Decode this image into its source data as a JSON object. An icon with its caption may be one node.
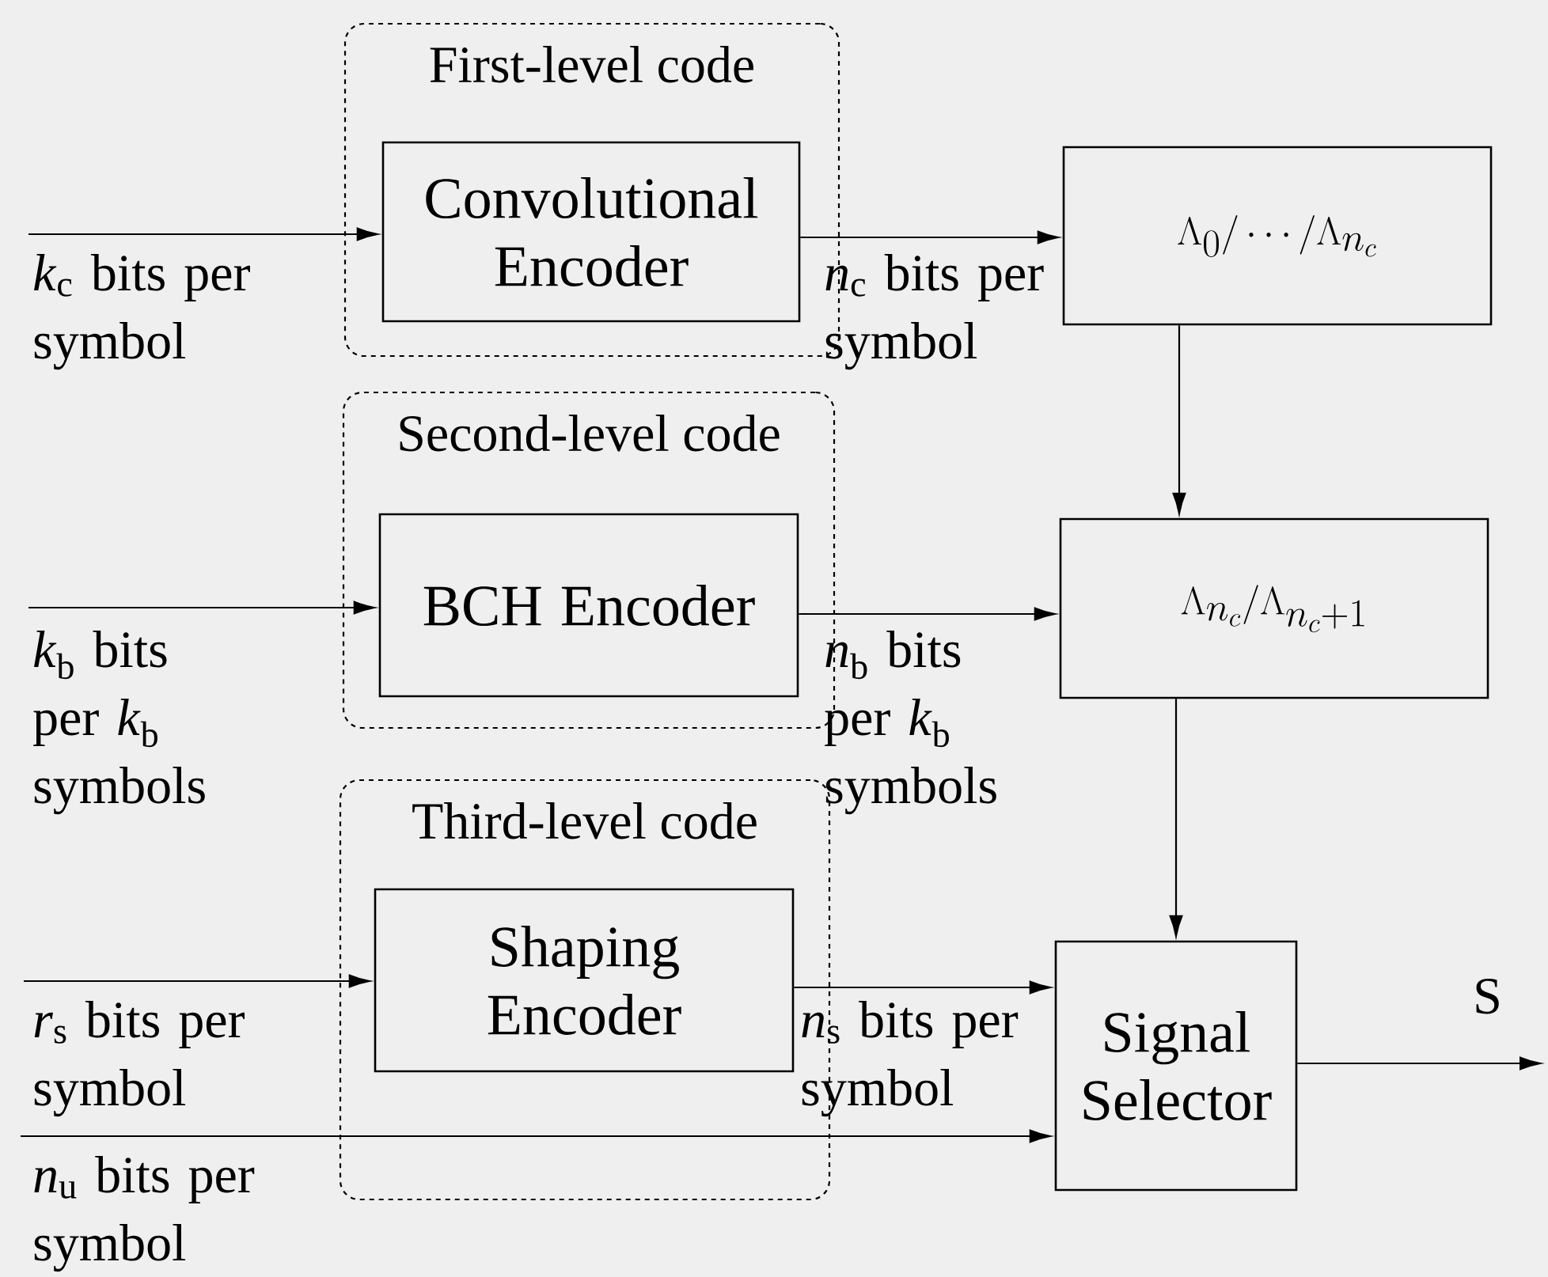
{
  "diagram": {
    "nodes": [
      {
        "text": [
          "First-level code"
        ]
      },
      {
        "text": [
          "Convolutional Encoder"
        ],
        "in": 0
      },
      {
        "text": [
          "Second-level code"
        ]
      },
      {
        "text": [
          "BCH Encoder"
        ],
        "in": 2
      },
      {
        "text": [
          "Third-level code"
        ]
      },
      {
        "text": [
          "Shaping Encoder"
        ],
        "in": 4
      },
      {
        "text": [
          "\\Lambda_0/\\cdots/\\Lambda_{n_c}"
        ]
      },
      {
        "text": [
          "\\Lambda_{n_c}/\\Lambda_{n_c+1}"
        ]
      },
      {
        "text": [
          "Signal Selector"
        ]
      }
    ],
    "edges": [
      {
        "from": null,
        "to": 1,
        "arrow": "to",
        "label": "*k*$_{c}$ bits per symbol"
      },
      {
        "from": 1,
        "to": 6,
        "arrow": "to",
        "label": "*n*$_{c}$ bits per symbol"
      },
      {
        "from": null,
        "to": 3,
        "arrow": "to",
        "label": "*k*$_{b}$ bits per *k*$_{b}$ symbols"
      },
      {
        "from": 3,
        "to": 7,
        "arrow": "to",
        "label": "*n*$_{b}$ bits per *k*$_{b}$ symbols"
      },
      {
        "from": null,
        "to": 5,
        "arrow": "to",
        "label": "*r*$_{s}$ bits per symbol"
      },
      {
        "from": 5,
        "to": 8,
        "arrow": "to",
        "label": "*n*$_{s}$ bits per symbol"
      },
      {
        "from": null,
        "to": 8,
        "arrow": "to",
        "label": "*n*$_{u}$ bits per symbol"
      },
      {
        "from": 6,
        "to": 7,
        "arrow": "to"
      },
      {
        "from": 7,
        "to": 8,
        "arrow": "to"
      },
      {
        "from": 8,
        "to": null,
        "arrow": "to",
        "label": "S"
      }
    ]
  }
}
